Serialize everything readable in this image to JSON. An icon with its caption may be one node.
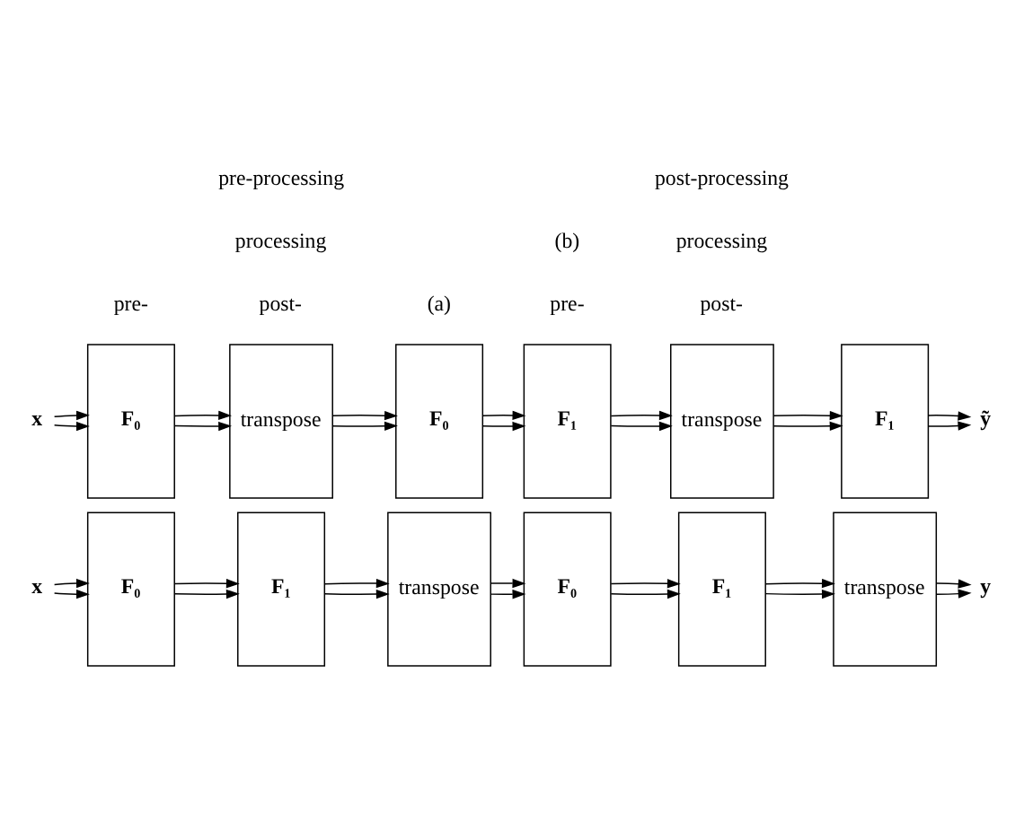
{
  "diagram": {
    "nodes": [
      {
        "text": [
          "x"
        ]
      },
      {
        "text": [
          "F₀"
        ]
      },
      {
        "text": [
          "F₁"
        ]
      },
      {
        "text": [
          "transpose"
        ]
      },
      {
        "text": [
          "F₀"
        ]
      },
      {
        "text": [
          "F₁"
        ]
      },
      {
        "text": [
          "transpose"
        ]
      },
      {
        "text": [
          "y"
        ]
      },
      {
        "text": [
          "x"
        ]
      },
      {
        "text": [
          "F₀"
        ]
      },
      {
        "text": [
          "transpose"
        ]
      },
      {
        "text": [
          "F₀"
        ]
      },
      {
        "text": [
          "F₁"
        ]
      },
      {
        "text": [
          "transpose"
        ]
      },
      {
        "text": [
          "F₁"
        ]
      },
      {
        "text": [
          "ỹ"
        ]
      }
    ],
    "edges": [
      {
        "from": 0,
        "to": 1,
        "arrow": "to"
      },
      {
        "from": 0,
        "to": 1,
        "arrow": "to"
      },
      {
        "from": 1,
        "to": 2,
        "arrow": "to"
      },
      {
        "from": 1,
        "to": 2,
        "arrow": "to"
      },
      {
        "from": 2,
        "to": 3,
        "arrow": "to"
      },
      {
        "from": 2,
        "to": 3,
        "arrow": "to"
      },
      {
        "from": 3,
        "to": 4,
        "arrow": "to"
      },
      {
        "from": 3,
        "to": 4,
        "arrow": "to"
      },
      {
        "from": 4,
        "to": 5,
        "arrow": "to"
      },
      {
        "from": 4,
        "to": 5,
        "arrow": "to"
      },
      {
        "from": 5,
        "to": 6,
        "arrow": "to"
      },
      {
        "from": 5,
        "to": 6,
        "arrow": "to"
      },
      {
        "from": 6,
        "to": 7,
        "arrow": "to"
      },
      {
        "from": 6,
        "to": 7,
        "arrow": "to"
      },
      {
        "from": 8,
        "to": 9,
        "arrow": "to"
      },
      {
        "from": 8,
        "to": 9,
        "arrow": "to"
      },
      {
        "from": 9,
        "to": 10,
        "arrow": "to"
      },
      {
        "from": 9,
        "to": 10,
        "arrow": "to"
      },
      {
        "from": 10,
        "to": 11,
        "arrow": "to"
      },
      {
        "from": 10,
        "to": 11,
        "arrow": "to"
      },
      {
        "from": 11,
        "to": 12,
        "arrow": "to"
      },
      {
        "from": 11,
        "to": 12,
        "arrow": "to"
      },
      {
        "from": 12,
        "to": 13,
        "arrow": "to"
      },
      {
        "from": 12,
        "to": 13,
        "arrow": "to"
      },
      {
        "from": 13,
        "to": 14,
        "arrow": "to"
      },
      {
        "from": 13,
        "to": 14,
        "arrow": "to"
      },
      {
        "from": 14,
        "to": 15,
        "arrow": "to"
      },
      {
        "from": 14,
        "to": 15,
        "arrow": "to"
      }
    ],
    "labels": [
      "pre-",
      "post-",
      "pre-",
      "post-",
      "processing",
      "processing",
      "(a)",
      "pre-processing",
      "post-processing",
      "(b)"
    ]
  }
}
